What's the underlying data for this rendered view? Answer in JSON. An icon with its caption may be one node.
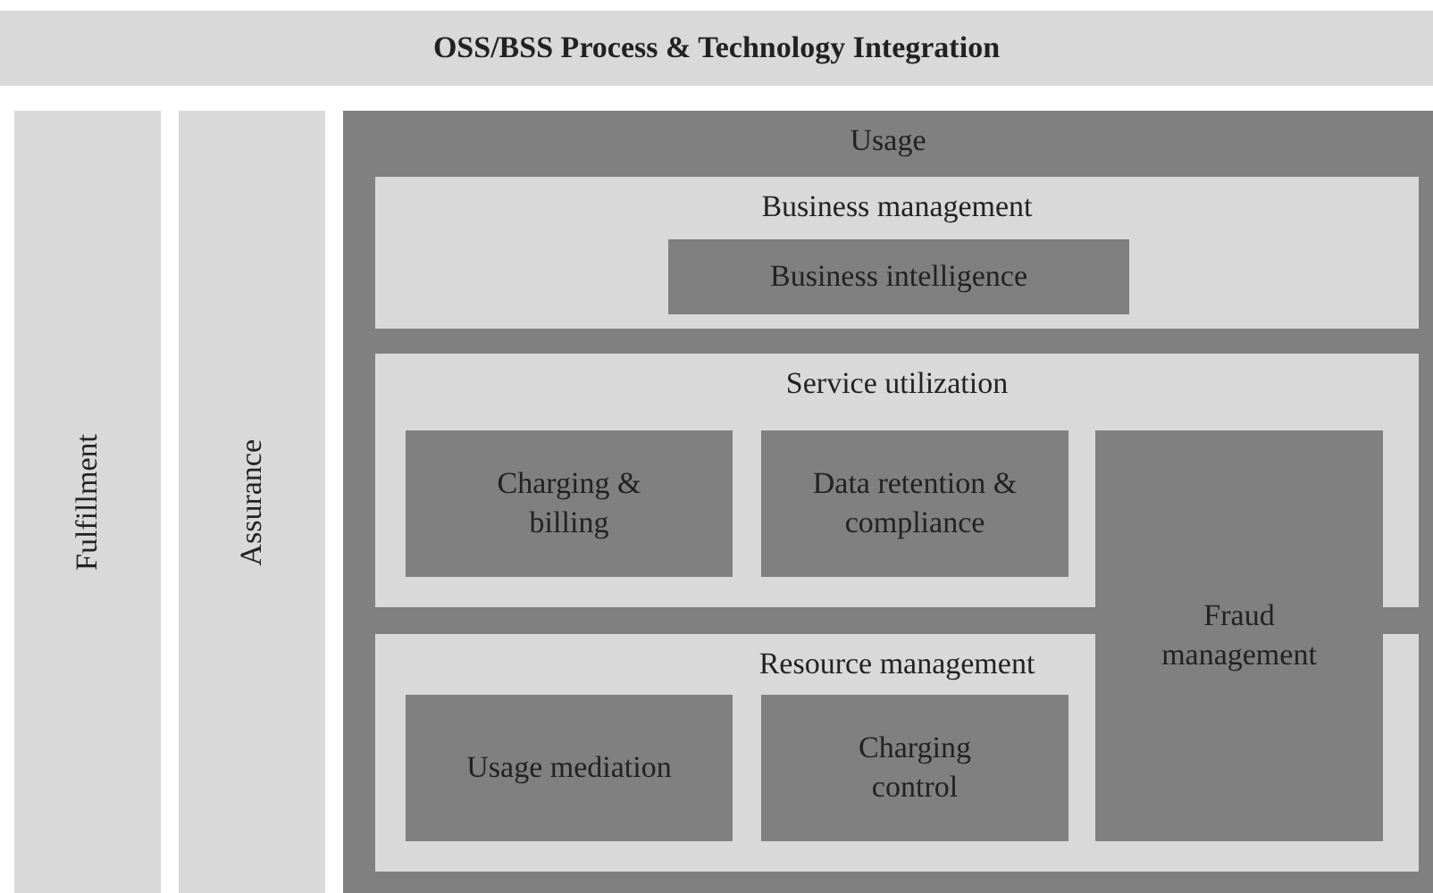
{
  "diagram": {
    "nodes": [
      {
        "text": [
          "OSS/BSS Process & Technology Integration"
        ]
      },
      {
        "text": [
          "Fulfillment"
        ]
      },
      {
        "text": [
          "Assurance"
        ]
      },
      {
        "text": [
          "Usage"
        ]
      },
      {
        "text": [
          "Business management"
        ],
        "in": 3
      },
      {
        "text": [
          "Business intelligence"
        ],
        "in": 4
      },
      {
        "text": [
          "Service utilization"
        ],
        "in": 3
      },
      {
        "text": [
          "Charging & billing"
        ],
        "in": 6
      },
      {
        "text": [
          "Data retention & compliance"
        ],
        "in": 6
      },
      {
        "text": [
          "Resource management"
        ],
        "in": 3
      },
      {
        "text": [
          "Usage mediation"
        ],
        "in": 9
      },
      {
        "text": [
          "Charging control"
        ],
        "in": 9
      },
      {
        "text": [
          "Fraud management"
        ],
        "in": 3
      }
    ]
  }
}
